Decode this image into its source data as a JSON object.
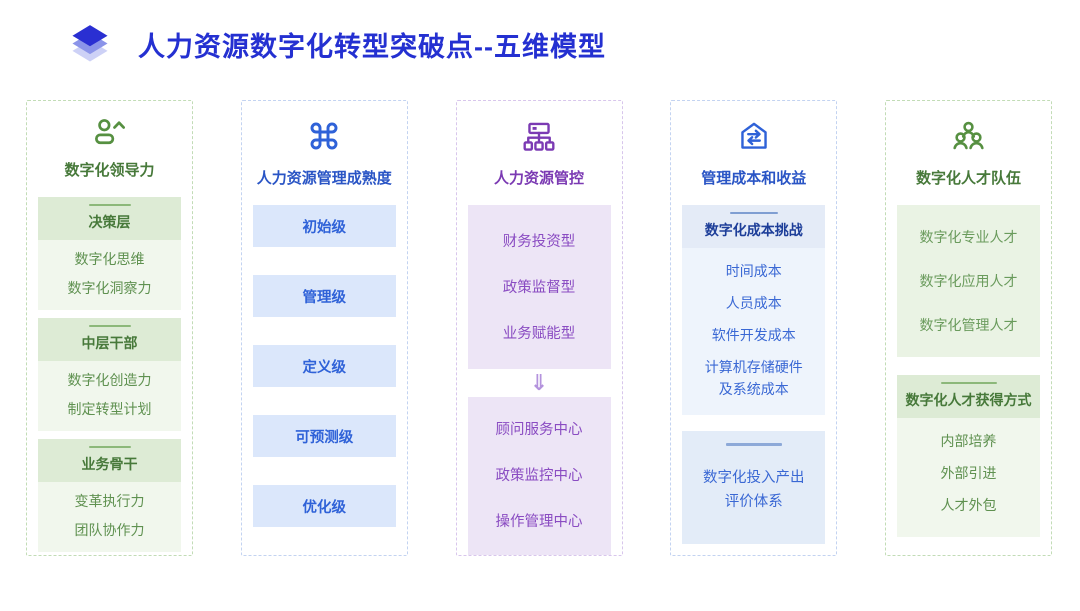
{
  "header": {
    "icon": "stacked-layers-icon",
    "title": "人力资源数字化转型突破点--五维模型",
    "title_color": "#2430d1"
  },
  "columns": [
    {
      "theme": "green",
      "icon": "user-caret-icon",
      "title": "数字化领导力",
      "groups": [
        {
          "header": "决策层",
          "items": [
            "数字化思维",
            "数字化洞察力"
          ]
        },
        {
          "header": "中层干部",
          "items": [
            "数字化创造力",
            "制定转型计划"
          ]
        },
        {
          "header": "业务骨干",
          "items": [
            "变革执行力",
            "团队协作力"
          ]
        }
      ]
    },
    {
      "theme": "blue",
      "icon": "command-icon",
      "title": "人力资源管理成熟度",
      "levels": [
        "初始级",
        "管理级",
        "定义级",
        "可预测级",
        "优化级"
      ]
    },
    {
      "theme": "purple",
      "icon": "sitemap-icon",
      "title": "人力资源管控",
      "top_items": [
        "财务投资型",
        "政策监督型",
        "业务赋能型"
      ],
      "arrow_glyph": "⇓",
      "bottom_items": [
        "顾问服务中心",
        "政策监控中心",
        "操作管理中心"
      ]
    },
    {
      "theme": "blue",
      "icon": "house-swap-icon",
      "title": "管理成本和收益",
      "header": "数字化成本挑战",
      "items": [
        "时间成本",
        "人员成本",
        "软件开发成本",
        "计算机存储硬件\n及系统成本"
      ],
      "footer": "数字化投入产出\n评价体系"
    },
    {
      "theme": "green",
      "icon": "people-group-icon",
      "title": "数字化人才队伍",
      "talent_types": [
        "数字化专业人才",
        "数字化应用人才",
        "数字化管理人才"
      ],
      "header": "数字化人才获得方式",
      "methods": [
        "内部培养",
        "外部引进",
        "人才外包"
      ]
    }
  ],
  "colors": {
    "title_blue": "#2430d1",
    "green_text": "#47793a",
    "green_item_text": "#5f9150",
    "green_header_bg": "#ddebd5",
    "green_items_bg": "#f1f7ed",
    "green_block_bg": "#eaf3e4",
    "green_border": "#c2dcb6",
    "blue_text": "#2f62d8",
    "blue_dark_text": "#1d3e99",
    "blue_box_bg": "#dbe7fb",
    "blue_header_bg": "#e4ebf7",
    "blue_footer_bg": "#e3ecf8",
    "blue_border": "#c3d3f1",
    "purple_text": "#8a4cc2",
    "purple_title": "#7b3ab3",
    "purple_block_bg": "#ede5f6",
    "purple_border": "#d8c6ec"
  }
}
